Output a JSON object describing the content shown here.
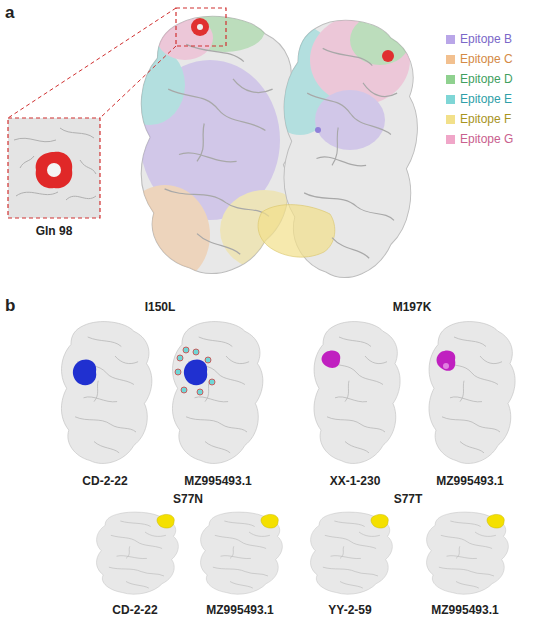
{
  "diagram": {
    "labels": [
      "a",
      "Gln 98",
      "b",
      "I150L",
      "M197K",
      "CD-2-22",
      "MZ995493.1",
      "XX-1-230",
      "MZ995493.1",
      "S77N",
      "S77T",
      "CD-2-22",
      "MZ995493.1",
      "YY-2-59",
      "MZ995493.1"
    ],
    "legend": [
      {
        "text": "Epitope B",
        "color": "#b9a6e8"
      },
      {
        "text": "Epitope C",
        "color": "#f2c08f"
      },
      {
        "text": "Epitope D",
        "color": "#8fd18f"
      },
      {
        "text": "Epitope E",
        "color": "#7fd6d6"
      },
      {
        "text": "Epitope F",
        "color": "#f2e08a"
      },
      {
        "text": "Epitope G",
        "color": "#f0a6c8"
      }
    ]
  }
}
